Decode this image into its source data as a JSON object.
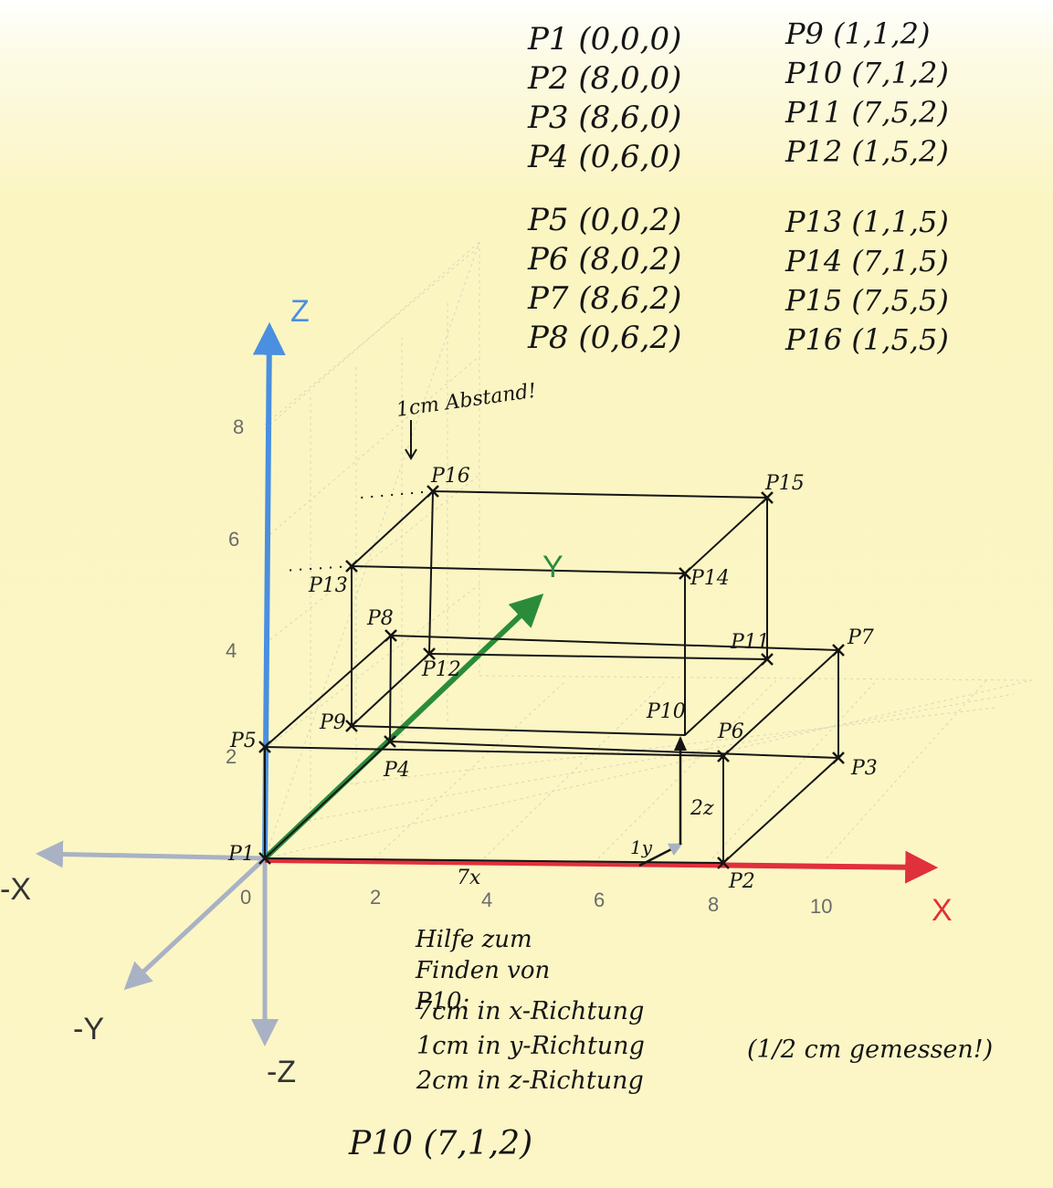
{
  "axes": {
    "x_label": "X",
    "y_label": "Y",
    "z_label": "Z",
    "neg_x_label": "-X",
    "neg_y_label": "-Y",
    "neg_z_label": "-Z",
    "x_ticks": [
      "0",
      "2",
      "4",
      "6",
      "8",
      "10"
    ],
    "z_ticks": [
      "2",
      "4",
      "6",
      "8"
    ],
    "colors": {
      "x": "#e0303c",
      "y": "#2a8c3a",
      "z": "#4a8fe0",
      "negative": "#a9b2c4"
    }
  },
  "points_left": [
    "P1 (0,0,0)",
    "P2 (8,0,0)",
    "P3 (8,6,0)",
    "P4 (0,6,0)",
    "P5 (0,0,2)",
    "P6 (8,0,2)",
    "P7 (8,6,2)",
    "P8 (0,6,2)"
  ],
  "points_right": [
    "P9 (1,1,2)",
    "P10 (7,1,2)",
    "P11 (7,5,2)",
    "P12 (1,5,2)",
    "P13 (1,1,5)",
    "P14 (7,1,5)",
    "P15 (7,5,5)",
    "P16 (1,5,5)"
  ],
  "vertex_labels": {
    "p1": "P1",
    "p2": "P2",
    "p3": "P3",
    "p4": "P4",
    "p5": "P5",
    "p6": "P6",
    "p7": "P7",
    "p8": "P8",
    "p9": "P9",
    "p10": "P10",
    "p11": "P11",
    "p12": "P12",
    "p13": "P13",
    "p14": "P14",
    "p15": "P15",
    "p16": "P16"
  },
  "annotations": {
    "spacing_note": "1cm Abstand!",
    "x_step": "7x",
    "y_step": "1y",
    "z_step": "2z"
  },
  "help": {
    "heading": "Hilfe zum Finden von P10:",
    "line1": "7cm in x-Richtung",
    "line2": "1cm in y-Richtung",
    "line2_note": "(1/2 cm gemessen!)",
    "line3": "2cm in z-Richtung",
    "result": "P10 (7,1,2)"
  }
}
